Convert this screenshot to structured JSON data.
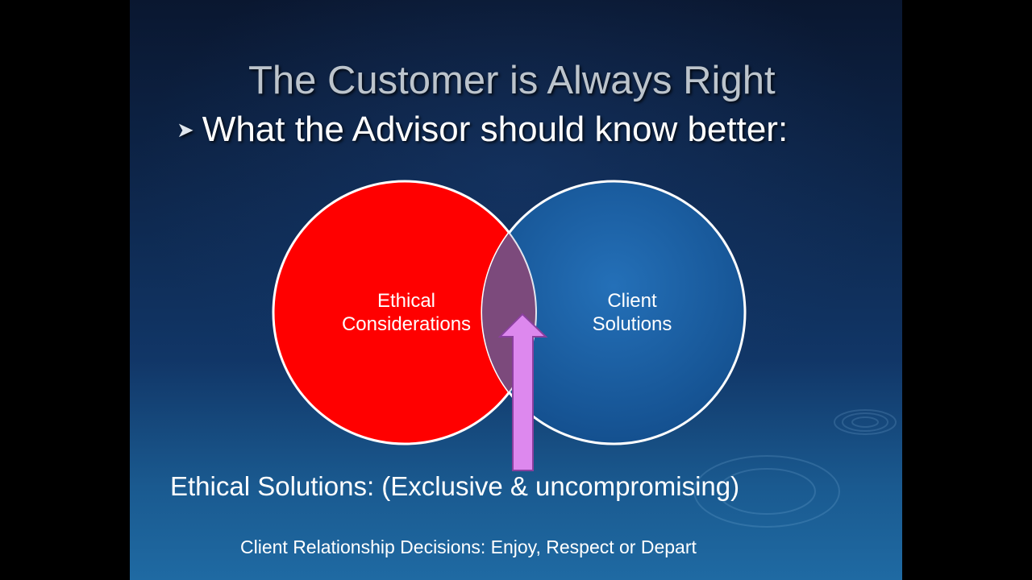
{
  "slide": {
    "title": "The Customer is Always Right",
    "bullet": {
      "icon": "arrow-bullet-icon",
      "text": "What the Advisor should know better:"
    },
    "venn": {
      "left_circle": {
        "line1": "Ethical",
        "line2": "Considerations",
        "color": "#ff0000"
      },
      "right_circle": {
        "line1": "Client",
        "line2": "Solutions",
        "color": "#1b5ea6"
      },
      "overlap_color": "#7c4a7c",
      "arrow_color": "#dd88ee"
    },
    "caption": "Ethical Solutions: (Exclusive & uncompromising)",
    "footer": "Client Relationship Decisions: Enjoy, Respect or Depart"
  }
}
